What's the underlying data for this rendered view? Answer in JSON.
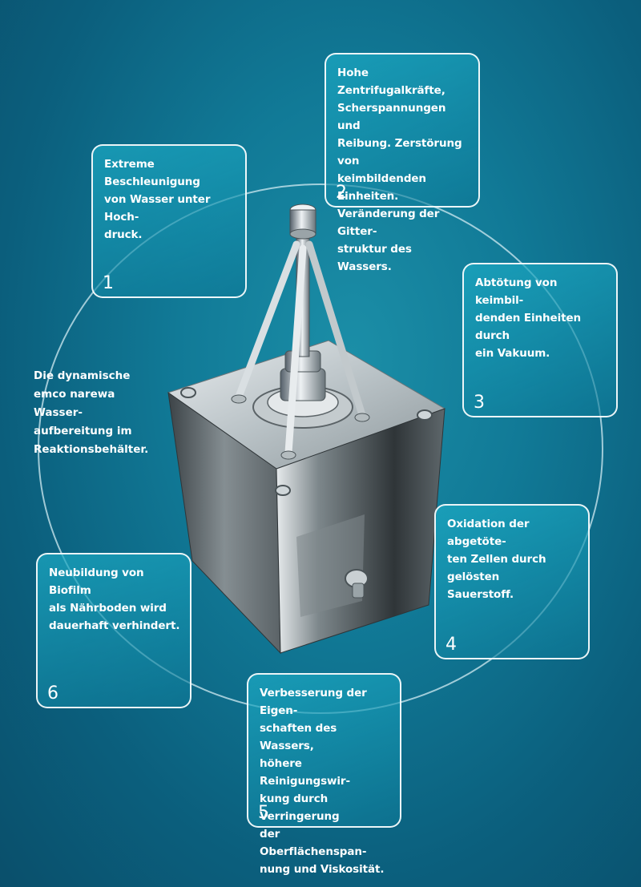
{
  "intro": {
    "lines": [
      "Die dynamische",
      "emco narewa Wasser-",
      "aufbereitung im",
      "Reaktionsbehälter."
    ]
  },
  "steps": [
    {
      "number": "1",
      "lines": [
        "Extreme Beschleunigung",
        "von Wasser unter Hoch-",
        "druck."
      ]
    },
    {
      "number": "2",
      "lines": [
        "Hohe Zentrifugalkräfte,",
        "Scherspannungen und",
        "Reibung. Zerstörung von",
        "keimbildenden Einheiten.",
        "Veränderung der Gitter-",
        "struktur des Wassers."
      ]
    },
    {
      "number": "3",
      "lines": [
        "Abtötung von keimbil-",
        "denden Einheiten durch",
        "ein Vakuum."
      ]
    },
    {
      "number": "4",
      "lines": [
        "Oxidation der abgetöte-",
        "ten Zellen durch gelösten",
        "Sauerstoff."
      ]
    },
    {
      "number": "5",
      "lines": [
        "Verbesserung der Eigen-",
        "schaften des Wassers,",
        "höhere Reinigungswir-",
        "kung durch Verringerung",
        "der Oberflächenspan-",
        "nung und Viskosität."
      ]
    },
    {
      "number": "6",
      "lines": [
        "Neubildung von Biofilm",
        "als Nährboden wird",
        "dauerhaft verhindert."
      ]
    }
  ],
  "colors": {
    "background": "#0f6f8d",
    "card_fill": "#1aa8c2",
    "card_border": "#ffffff",
    "ring": "#cfe6ee"
  }
}
